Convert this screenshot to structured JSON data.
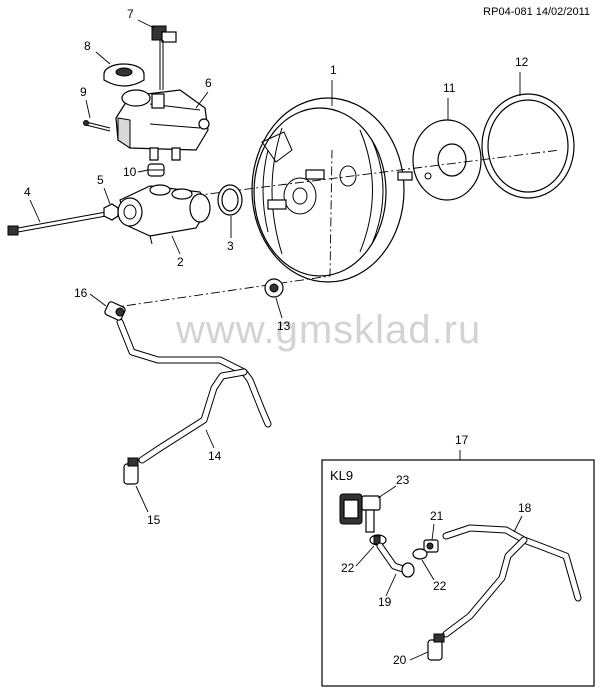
{
  "header": {
    "reference": "RP04-081 14/02/2011"
  },
  "watermark": {
    "text": "www.gmsklad.ru"
  },
  "kit_box": {
    "title": "KL9"
  },
  "callouts": {
    "c1": "1",
    "c2": "2",
    "c3": "3",
    "c4": "4",
    "c5": "5",
    "c6": "6",
    "c7": "7",
    "c8": "8",
    "c9": "9",
    "c10": "10",
    "c11": "11",
    "c12": "12",
    "c13": "13",
    "c14": "14",
    "c15": "15",
    "c16": "16",
    "c17": "17",
    "c18": "18",
    "c19": "19",
    "c20": "20",
    "c21": "21",
    "c22a": "22",
    "c22b": "22",
    "c23": "23"
  }
}
